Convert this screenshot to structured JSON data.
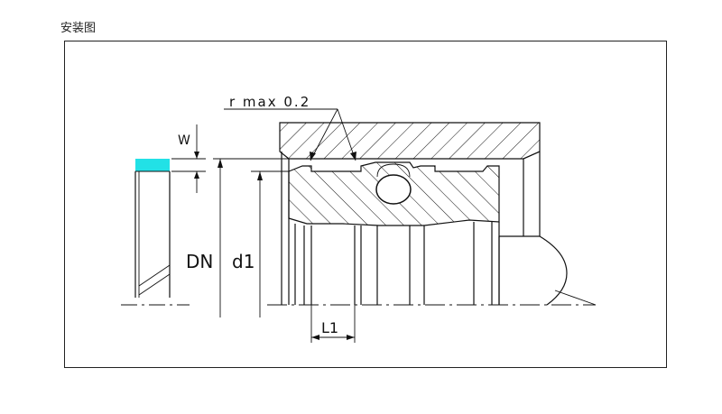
{
  "caption": "安装图",
  "labels": {
    "r_max": "r max 0.2",
    "w": "W",
    "dn": "DN",
    "d1": "d1",
    "l1": "L1"
  },
  "colors": {
    "seal_highlight": "#22E1E6",
    "line": "#111111"
  }
}
